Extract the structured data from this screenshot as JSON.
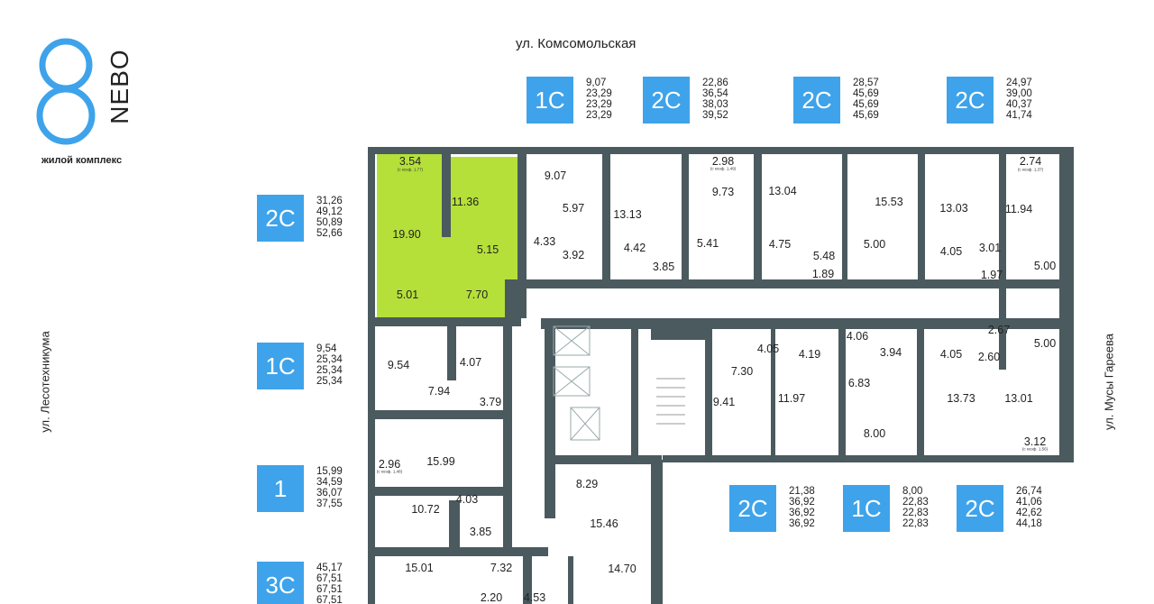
{
  "brand": {
    "logo_digit": "8",
    "name": "NEBO",
    "subtitle": "жилой комплекс"
  },
  "streets": {
    "top": "ул. Комсомольская",
    "left": "ул. Лесотехникума",
    "right": "ул. Мусы Гареева"
  },
  "colors": {
    "badge": "#3ea3ea",
    "wall": "#4b5a5e",
    "highlight": "#b5e03a"
  },
  "legend": [
    {
      "type": "1С",
      "areas": [
        "9,07",
        "23,29",
        "23,29",
        "23,29"
      ]
    },
    {
      "type": "2С",
      "areas": [
        "22,86",
        "36,54",
        "38,03",
        "39,52"
      ]
    },
    {
      "type": "2С",
      "areas": [
        "28,57",
        "45,69",
        "45,69",
        "45,69"
      ]
    },
    {
      "type": "2С",
      "areas": [
        "24,97",
        "39,00",
        "40,37",
        "41,74"
      ]
    },
    {
      "type": "2С",
      "areas": [
        "31,26",
        "49,12",
        "50,89",
        "52,66"
      ]
    },
    {
      "type": "1С",
      "areas": [
        "9,54",
        "25,34",
        "25,34",
        "25,34"
      ]
    },
    {
      "type": "1",
      "areas": [
        "15,99",
        "34,59",
        "36,07",
        "37,55"
      ]
    },
    {
      "type": "3С",
      "areas": [
        "45,17",
        "67,51",
        "67,51",
        "67,51"
      ]
    },
    {
      "type": "2С",
      "areas": [
        "21,38",
        "36,92",
        "36,92",
        "36,92"
      ]
    },
    {
      "type": "1С",
      "areas": [
        "8,00",
        "22,83",
        "22,83",
        "22,83"
      ]
    },
    {
      "type": "2С",
      "areas": [
        "26,74",
        "41,06",
        "42,62",
        "44,18"
      ]
    }
  ],
  "rooms": [
    "3.54",
    "19.90",
    "11.36",
    "5.15",
    "5.01",
    "7.70",
    "9.07",
    "5.97",
    "4.33",
    "3.92",
    "13.13",
    "4.42",
    "3.85",
    "2.98",
    "9.73",
    "5.41",
    "13.04",
    "4.75",
    "5.48",
    "1.89",
    "15.53",
    "5.00",
    "13.03",
    "4.05",
    "3.01",
    "2.74",
    "11.94",
    "1.97",
    "5.00",
    "9.54",
    "4.07",
    "7.94",
    "3.79",
    "2.96",
    "15.99",
    "4.03",
    "10.72",
    "3.85",
    "8.29",
    "15.46",
    "15.01",
    "7.32",
    "14.70",
    "2.20",
    "4.53",
    "4.05",
    "7.30",
    "4.19",
    "9.41",
    "11.97",
    "4.06",
    "3.94",
    "6.83",
    "8.00",
    "4.05",
    "2.60",
    "2.67",
    "5.00",
    "13.73",
    "13.01",
    "3.12"
  ],
  "notes": [
    "(с коэф. 1,77)",
    "(с коэф. 1,49)",
    "(с коэф. 1,37)",
    "(с коэф. 1,48)",
    "(с коэф. 1,56)"
  ]
}
